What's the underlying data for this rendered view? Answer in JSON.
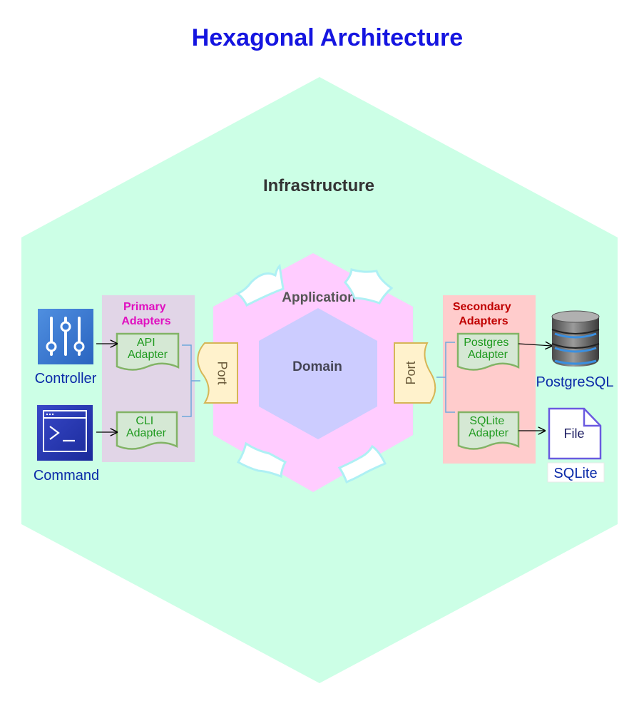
{
  "title": "Hexagonal Architecture",
  "infrastructure": {
    "label": "Infrastructure"
  },
  "application": {
    "label": "Application"
  },
  "domain": {
    "label": "Domain"
  },
  "primary_adapters": {
    "label_line1": "Primary",
    "label_line2": "Adapters",
    "api_adapter": [
      "API",
      "Adapter"
    ],
    "cli_adapter": [
      "CLI",
      "Adapter"
    ]
  },
  "secondary_adapters": {
    "label_line1": "Secondary",
    "label_line2": "Adapters",
    "postgres_adapter": [
      "Postgres",
      "Adapter"
    ],
    "sqlite_adapter": [
      "SQLite",
      "Adapter"
    ]
  },
  "ports": {
    "left": "Port",
    "right": "Port"
  },
  "external": {
    "controller": "Controller",
    "command": "Command",
    "postgresql": "PostgreSQL",
    "file_icon_label": "File",
    "sqlite": "SQLite"
  },
  "colors": {
    "title": "#1515e0",
    "infrastructure_fill": "#ccffe6",
    "application_fill": "#ffccff",
    "domain_fill": "#ccccff",
    "primary_panel": "#e1d5e7",
    "secondary_panel": "#ffcccc",
    "adapter_fill": "#d5e8d4",
    "adapter_stroke": "#82b366",
    "port_fill": "#fff2cc",
    "port_stroke": "#d6b656",
    "icon_blue": "#3a7bd5"
  }
}
